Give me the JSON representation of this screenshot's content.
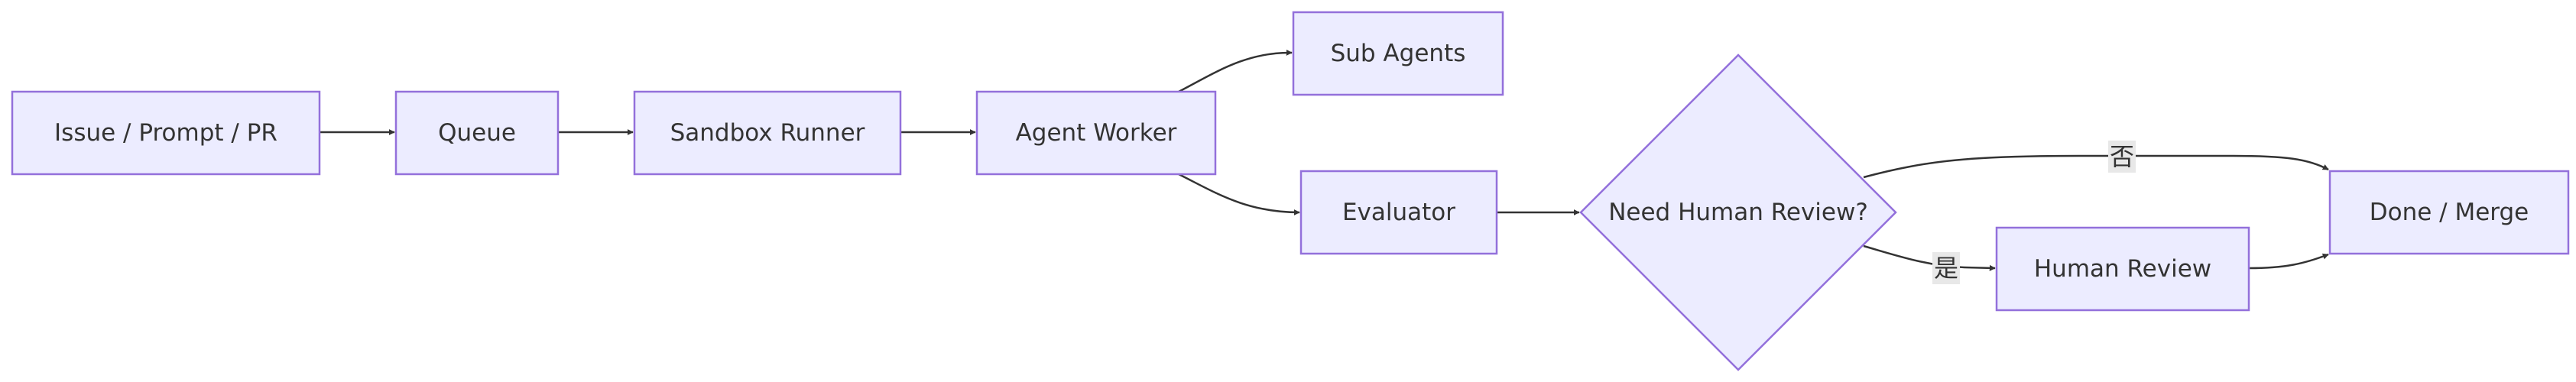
{
  "diagram": {
    "type": "flowchart",
    "direction": "left-to-right",
    "colors": {
      "node_fill": "#ECECFF",
      "node_stroke": "#9370DB",
      "edge": "#333333",
      "text": "#333333",
      "edge_label_bg": "#E8E8E8"
    },
    "nodes": {
      "issue": {
        "label": "Issue / Prompt / PR",
        "shape": "rect"
      },
      "queue": {
        "label": "Queue",
        "shape": "rect"
      },
      "sandbox": {
        "label": "Sandbox Runner",
        "shape": "rect"
      },
      "agent": {
        "label": "Agent Worker",
        "shape": "rect"
      },
      "subagents": {
        "label": "Sub Agents",
        "shape": "rect"
      },
      "evaluator": {
        "label": "Evaluator",
        "shape": "rect"
      },
      "review_decision": {
        "label": "Need Human Review?",
        "shape": "diamond"
      },
      "human_review": {
        "label": "Human Review",
        "shape": "rect"
      },
      "done": {
        "label": "Done / Merge",
        "shape": "rect"
      }
    },
    "edges": [
      {
        "from": "issue",
        "to": "queue",
        "label": ""
      },
      {
        "from": "queue",
        "to": "sandbox",
        "label": ""
      },
      {
        "from": "sandbox",
        "to": "agent",
        "label": ""
      },
      {
        "from": "agent",
        "to": "subagents",
        "label": ""
      },
      {
        "from": "agent",
        "to": "evaluator",
        "label": ""
      },
      {
        "from": "evaluator",
        "to": "review_decision",
        "label": ""
      },
      {
        "from": "review_decision",
        "to": "done",
        "label": "否"
      },
      {
        "from": "review_decision",
        "to": "human_review",
        "label": "是"
      },
      {
        "from": "human_review",
        "to": "done",
        "label": ""
      }
    ]
  }
}
